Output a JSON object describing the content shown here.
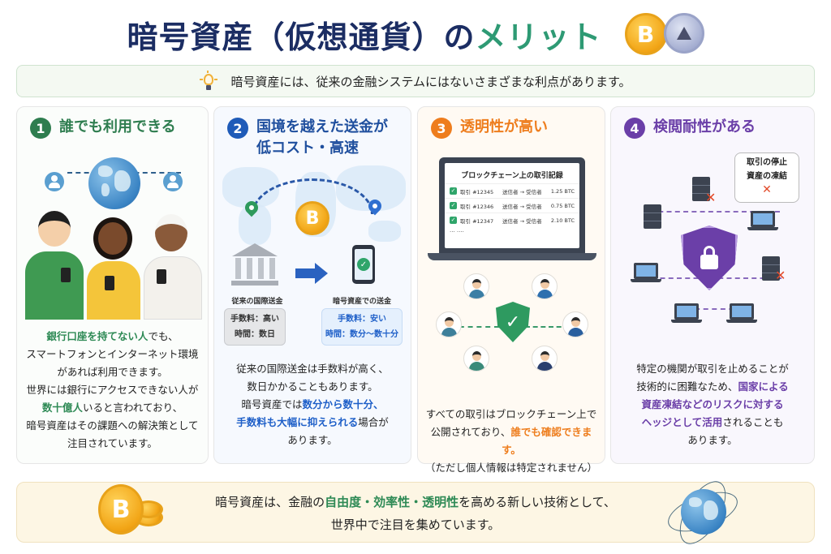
{
  "header": {
    "title_part1": "暗号資産（仮想通貨）の",
    "title_part2": "メリット",
    "coins": [
      "bitcoin-coin-icon",
      "ethereum-coin-icon"
    ],
    "coin_btc_symbol": "B"
  },
  "intro": {
    "icon": "lightbulb-icon",
    "text": "暗号資産には、従来の金融システムにはないさまざまな利点があります。"
  },
  "cards": [
    {
      "number": "1",
      "title": "誰でも利用できる",
      "accent": "#2e7d4f",
      "body": [
        [
          {
            "t": "銀行口座を持てない人",
            "hl": true
          },
          {
            "t": "でも、"
          }
        ],
        [
          {
            "t": "スマートフォンとインターネット環境"
          }
        ],
        [
          {
            "t": "があれば利用できます。"
          }
        ],
        [
          {
            "t": "世界には銀行にアクセスできない人が"
          }
        ],
        [
          {
            "t": "数十億人",
            "hl": true
          },
          {
            "t": "いると言われており、"
          }
        ],
        [
          {
            "t": "暗号資産はその課題への解決策として"
          }
        ],
        [
          {
            "t": "注目されています。"
          }
        ]
      ]
    },
    {
      "number": "2",
      "title_line1": "国境を越えた送金が",
      "title_line2": "低コスト・高速",
      "accent": "#1f4f9e",
      "old_label": "従来の国際送金",
      "old_fee": "手数料：高い",
      "old_time": "時間：数日",
      "new_label": "暗号資産での送金",
      "new_fee": "手数料：安い",
      "new_time": "時間：数分〜数十分",
      "body": [
        [
          {
            "t": "従来の国際送金は手数料が高く、"
          }
        ],
        [
          {
            "t": "数日かかることもあります。"
          }
        ],
        [
          {
            "t": "暗号資産では"
          },
          {
            "t": "数分から数十分、",
            "hl": true
          }
        ],
        [
          {
            "t": "手数料も大幅に抑えられる",
            "hl": true
          },
          {
            "t": "場合が"
          }
        ],
        [
          {
            "t": "あります。"
          }
        ]
      ]
    },
    {
      "number": "3",
      "title": "透明性が高い",
      "accent": "#ee7d1d",
      "ledger": {
        "title": "ブロックチェーン上の取引記録",
        "rows": [
          {
            "id": "取引 #12345",
            "flow": "送信者 → 受信者",
            "amount": "1.25 BTC"
          },
          {
            "id": "取引 #12346",
            "flow": "送信者 → 受信者",
            "amount": "0.75 BTC"
          },
          {
            "id": "取引 #12347",
            "flow": "送信者 → 受信者",
            "amount": "2.10 BTC"
          }
        ],
        "more": "··· ····"
      },
      "body": [
        [
          {
            "t": "すべての取引はブロックチェーン上で"
          }
        ],
        [
          {
            "t": "公開されており、"
          },
          {
            "t": "誰でも確認できます。",
            "hl": true
          }
        ],
        [
          {
            "t": "（ただし個人情報は特定されません）"
          }
        ]
      ]
    },
    {
      "number": "4",
      "title": "検閲耐性がある",
      "accent": "#6b3fa8",
      "bubble_line1": "取引の停止",
      "bubble_line2": "資産の凍結",
      "bubble_mark": "✕",
      "body": [
        [
          {
            "t": "特定の機関が取引を止めることが"
          }
        ],
        [
          {
            "t": "技術的に困難なため、"
          },
          {
            "t": "国家による",
            "hl": true
          }
        ],
        [
          {
            "t": "資産凍結などのリスクに対する",
            "hl": true
          }
        ],
        [
          {
            "t": "ヘッジとして活用",
            "hl": true
          },
          {
            "t": "されることも"
          }
        ],
        [
          {
            "t": "あります。"
          }
        ]
      ]
    }
  ],
  "footer": {
    "line1_a": "暗号資産は、金融の",
    "line1_hl": "自由度・効率性・透明性",
    "line1_b": "を高める新しい技術として、",
    "line2": "世界中で注目を集めています。"
  },
  "colors": {
    "title_navy": "#1b2d63",
    "title_green": "#2e9a74",
    "green": "#2e7d4f",
    "blue": "#1f4f9e",
    "orange": "#ee7d1d",
    "purple": "#6b3fa8"
  }
}
